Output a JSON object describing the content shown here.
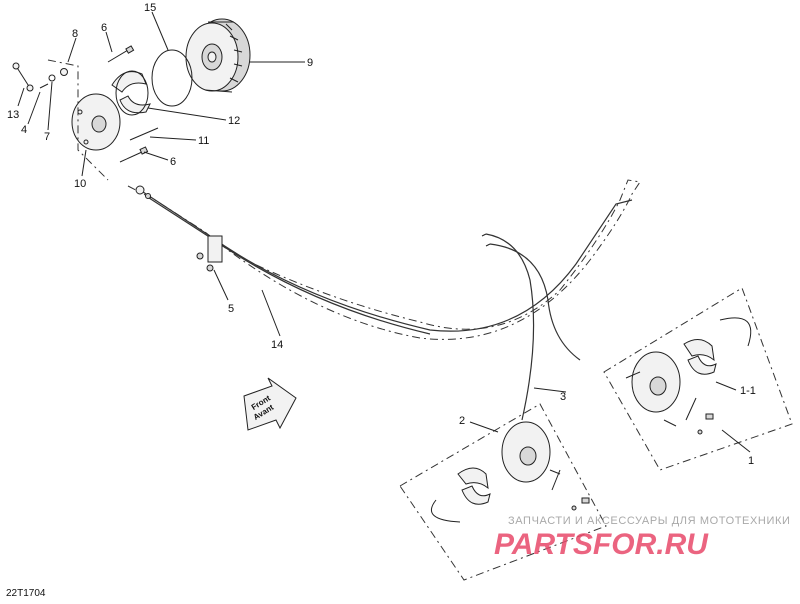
{
  "diagram": {
    "code": "22T1704",
    "labels": {
      "n1": "1",
      "n1_1": "1-1",
      "n2": "2",
      "n3": "3",
      "n4": "4",
      "n5": "5",
      "n6a": "6",
      "n6b": "6",
      "n7": "7",
      "n8": "8",
      "n9": "9",
      "n10": "10",
      "n11": "11",
      "n12": "12",
      "n13": "13",
      "n14": "14",
      "n15": "15"
    },
    "arrow": {
      "line1": "Front",
      "line2": "Avant"
    },
    "watermark": {
      "line1": "ЗАПЧАСТИ И АКСЕССУАРЫ ДЛЯ МОТОТЕХНИКИ",
      "line2": "PARTSFOR.RU"
    }
  }
}
